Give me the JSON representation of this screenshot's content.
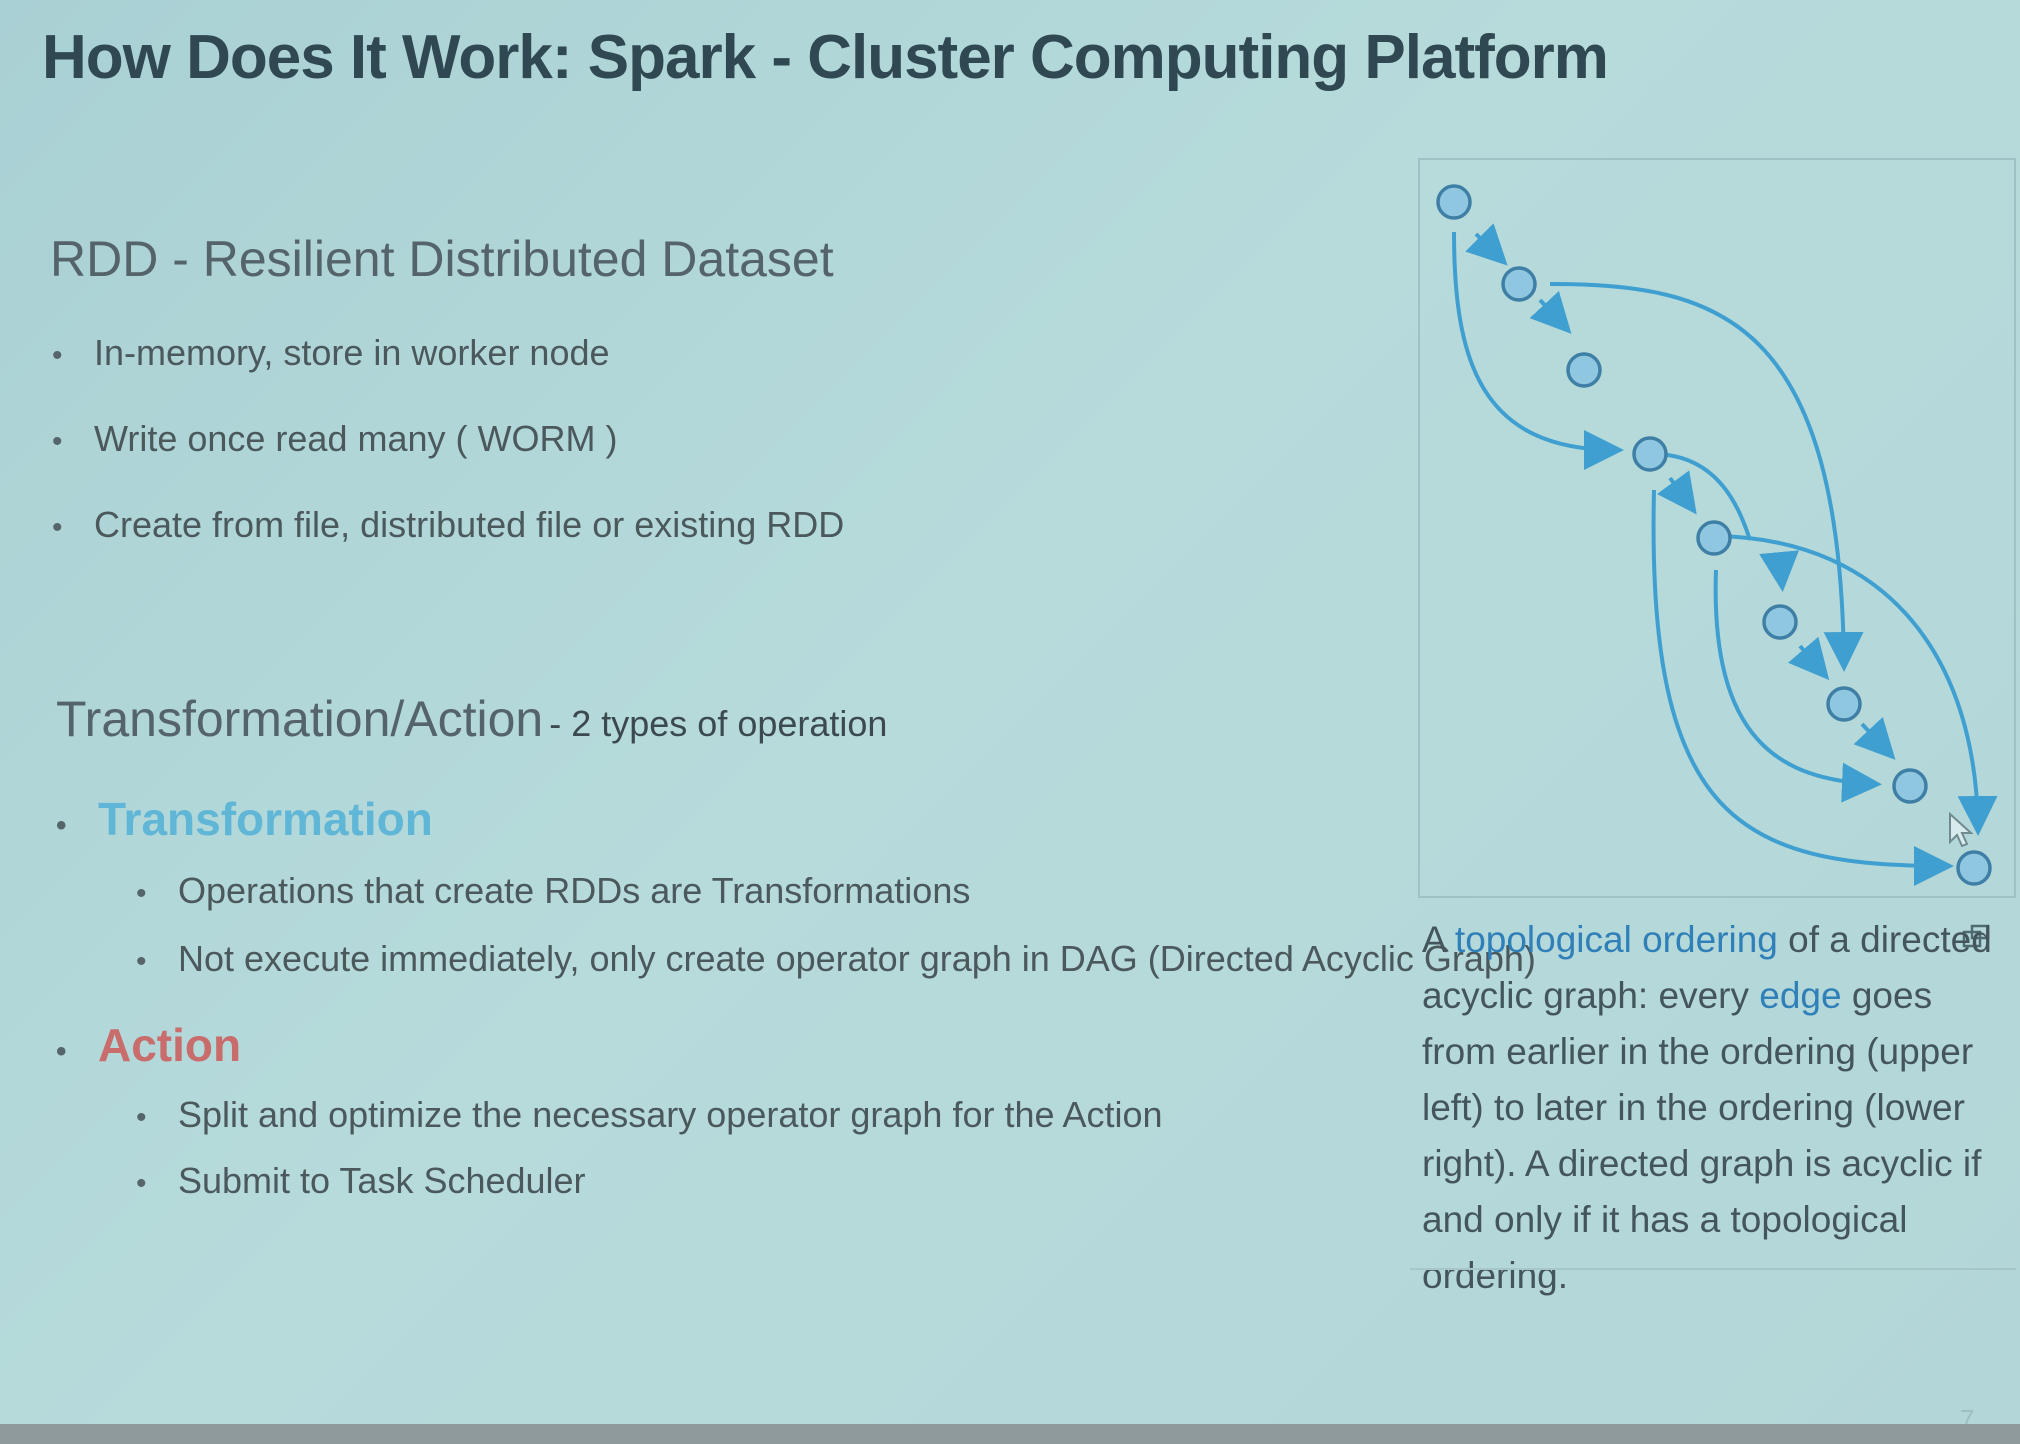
{
  "slide": {
    "title": "How Does It Work: Spark - Cluster Computing Platform",
    "page_number": "7"
  },
  "rdd": {
    "heading": "RDD -  Resilient Distributed Dataset",
    "bullets": [
      "In-memory,  store in worker node",
      "Write once read many ( WORM )",
      "Create from file, distributed file or existing RDD"
    ]
  },
  "ops": {
    "heading": "Transformation/Action",
    "subheading": "- 2 types of operation",
    "transformation": {
      "label": "Transformation",
      "bullets": [
        "Operations that create RDDs are Transformations",
        "Not execute immediately, only create operator graph in DAG (Directed Acyclic Graph)"
      ]
    },
    "action": {
      "label": "Action",
      "bullets": [
        "Split and optimize the necessary operator graph for the Action",
        "Submit to Task Scheduler"
      ]
    }
  },
  "caption": {
    "line1_prefix": "A ",
    "link1": "topological ordering",
    "line1_suffix": " of a directed acyclic graph: every ",
    "link2": "edge",
    "rest": " goes from earlier in the ordering (upper left) to later in the ordering (lower right). A directed graph is acyclic if and only if it has a topological ordering."
  },
  "colors": {
    "graph_blue": "#3f9fd0",
    "transformation": "#5fb6d6",
    "action": "#c96c6c",
    "title": "#2f4852"
  },
  "icons": {
    "expand": "expand-icon",
    "cursor": "mouse-cursor-icon"
  }
}
